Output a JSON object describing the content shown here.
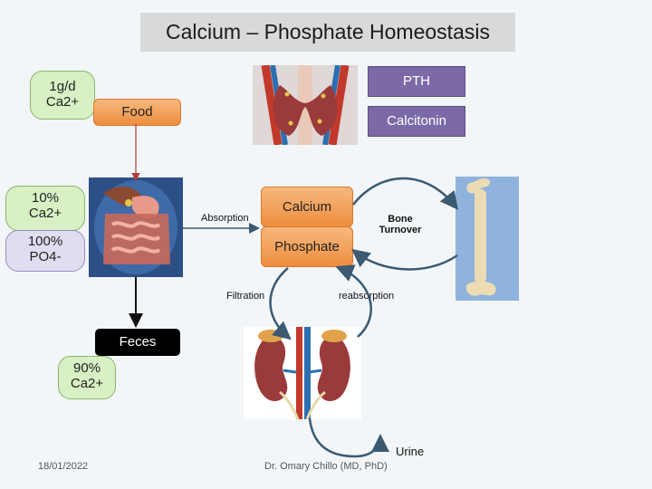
{
  "title": "Calcium – Phosphate Homeostasis",
  "intake": {
    "line1": "1g/d",
    "line2": "Ca2+"
  },
  "food": "Food",
  "absorbed": {
    "line1": "10%",
    "line2": "Ca2+"
  },
  "phosphate_absorbed": {
    "line1": "100%",
    "line2": "PO4-"
  },
  "pth": "PTH",
  "calcitonin": "Calcitonin",
  "calcium": "Calcium",
  "phosphate": "Phosphate",
  "absorption": "Absorption",
  "bone_turnover": {
    "line1": "Bone",
    "line2": "Turnover"
  },
  "filtration": "Filtration",
  "reabsorption": "reabsorption",
  "feces": "Feces",
  "excreted": {
    "line1": "90%",
    "line2": "Ca2+"
  },
  "urine": "Urine",
  "date": "18/01/2022",
  "author": "Dr. Omary Chillo (MD, PhD)",
  "colors": {
    "orange": "#ee8d3e",
    "purple": "#7c6aa8",
    "green": "#d8f0c4",
    "arrow": "#3c5a72"
  }
}
